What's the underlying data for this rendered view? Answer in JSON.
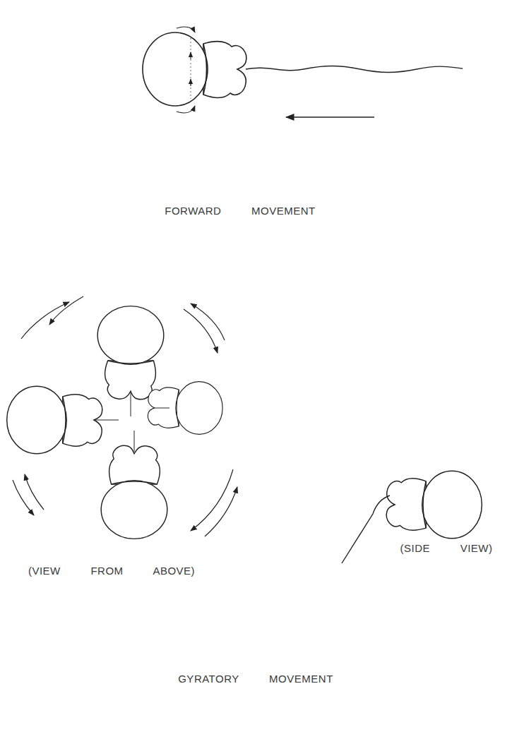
{
  "diagram": {
    "labels": [
      "FORWARD MOVEMENT",
      "(VIEW FROM ABOVE)",
      "(SIDE VIEW)",
      "GYRATORY MOVEMENT"
    ]
  }
}
